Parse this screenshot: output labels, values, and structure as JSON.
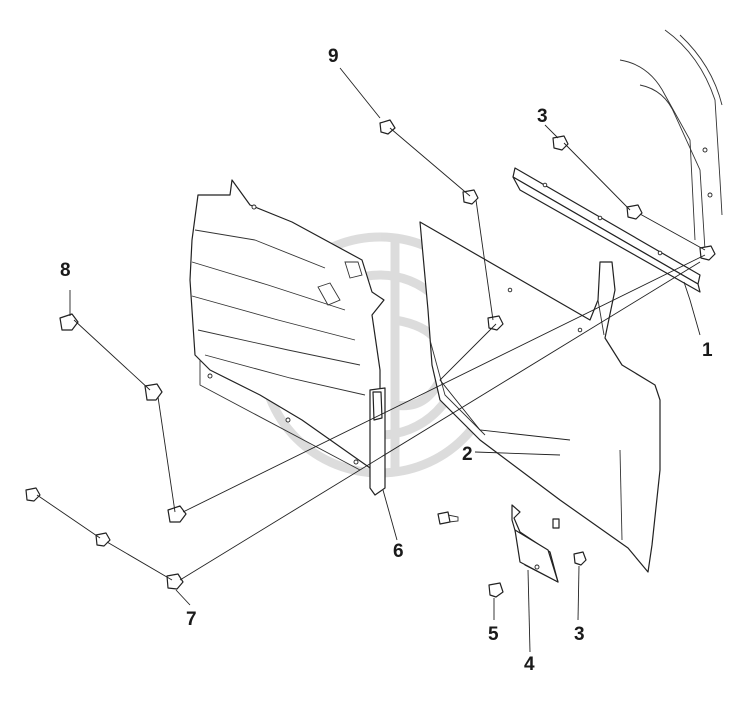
{
  "diagram": {
    "callouts": [
      "1",
      "2",
      "3",
      "3",
      "4",
      "5",
      "6",
      "7",
      "8",
      "9"
    ]
  }
}
